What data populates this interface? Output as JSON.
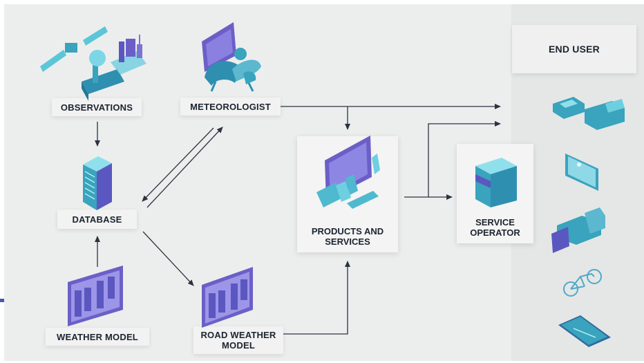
{
  "nodes": {
    "observations": "OBSERVATIONS",
    "meteorologist": "METEOROLOGIST",
    "database": "DATABASE",
    "weather_model": "WEATHER MODEL",
    "road_weather_model": "ROAD WEATHER\nMODEL",
    "products_services": "PRODUCTS AND\nSERVICES",
    "service_operator": "SERVICE\nOPERATOR",
    "end_user": "END USER"
  },
  "end_user_icons": [
    "cars-truck-icon",
    "road-map-icon",
    "snowplow-icon",
    "bicycle-icon",
    "smartphone-map-icon"
  ],
  "colors": {
    "arrow": "#2b3342",
    "icon_cyan": "#3fb3c9",
    "icon_purple": "#6b5fc7",
    "background": "#eceeed",
    "end_panel": "#e4e7e6"
  }
}
